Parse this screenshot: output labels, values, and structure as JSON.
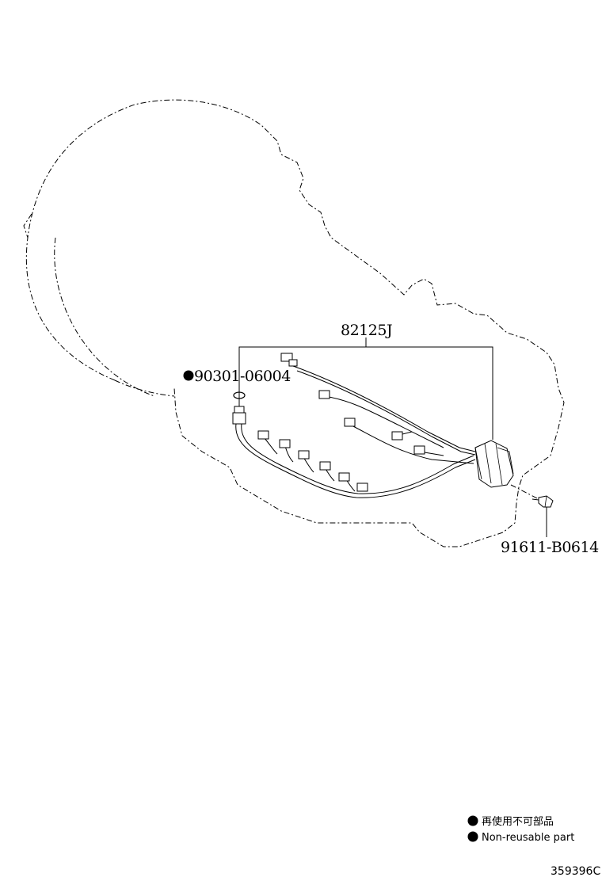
{
  "parts": {
    "harness": {
      "number": "82125J"
    },
    "gasket": {
      "number": "90301-06004",
      "non_reusable": true
    },
    "bolt": {
      "number": "91611-B0614"
    }
  },
  "legend": {
    "items": [
      {
        "text": "再使用不可部品"
      },
      {
        "text": "Non-reusable part"
      }
    ]
  },
  "figure_number": "359396C"
}
